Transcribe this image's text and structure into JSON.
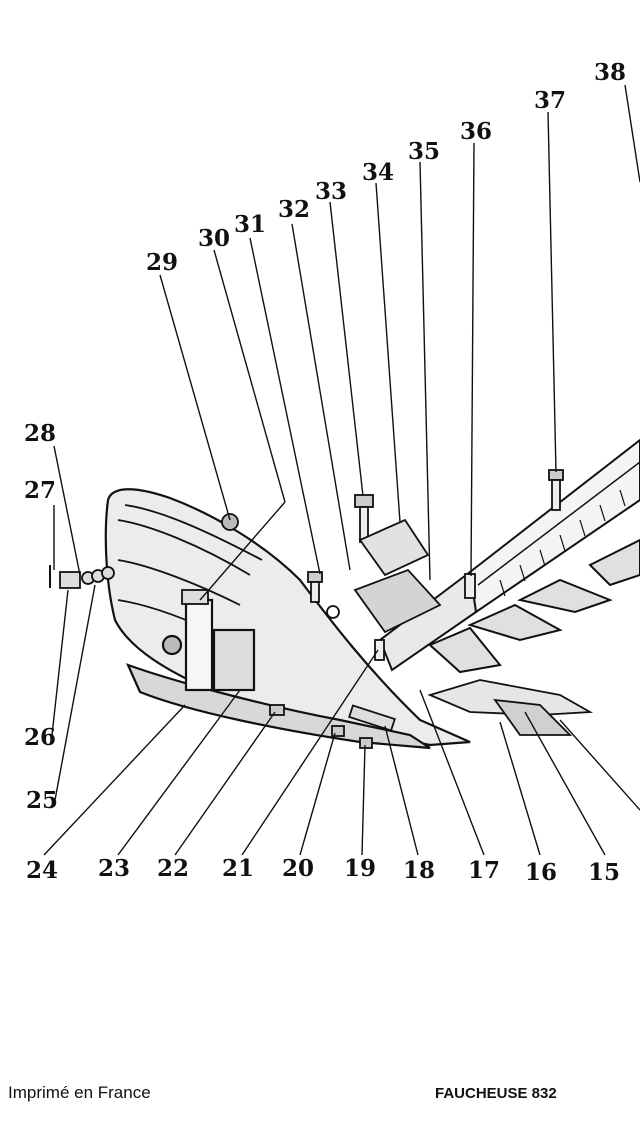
{
  "parts": [
    {
      "number": "15"
    },
    {
      "number": "16"
    },
    {
      "number": "17"
    },
    {
      "number": "18"
    },
    {
      "number": "19"
    },
    {
      "number": "20"
    },
    {
      "number": "21"
    },
    {
      "number": "22"
    },
    {
      "number": "23"
    },
    {
      "number": "24"
    },
    {
      "number": "25"
    },
    {
      "number": "26"
    },
    {
      "number": "27"
    },
    {
      "number": "28"
    },
    {
      "number": "29"
    },
    {
      "number": "30"
    },
    {
      "number": "31"
    },
    {
      "number": "32"
    },
    {
      "number": "33"
    },
    {
      "number": "34"
    },
    {
      "number": "35"
    },
    {
      "number": "36"
    },
    {
      "number": "37"
    },
    {
      "number": "38"
    }
  ],
  "footer": {
    "printed_in": "Imprimé en France",
    "model": "FAUCHEUSE 832"
  }
}
